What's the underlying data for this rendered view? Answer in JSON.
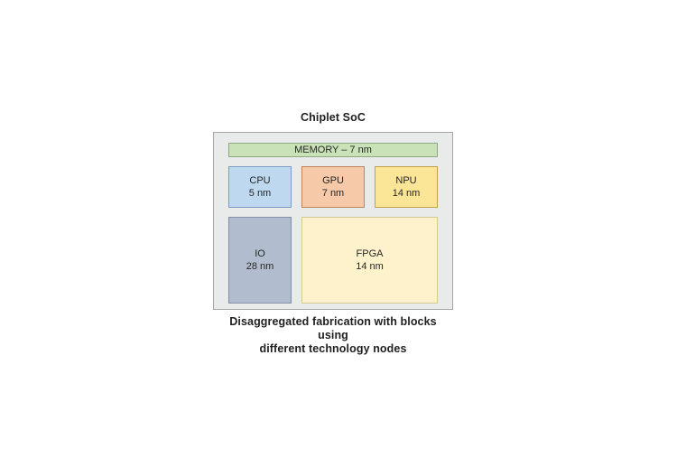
{
  "title": "Chiplet SoC",
  "caption": {
    "line1": "Disaggregated fabrication with blocks using",
    "line2": "different technology nodes"
  },
  "container": {
    "fill": "#e9eaea",
    "border": "#a6a6a6"
  },
  "blocks": {
    "memory": {
      "label": "MEMORY – 7 nm",
      "fill": "#c9e2b7",
      "border": "#8fa983"
    },
    "cpu": {
      "name": "CPU",
      "node": "5 nm",
      "fill": "#bed9ef",
      "border": "#7f9dc4"
    },
    "gpu": {
      "name": "GPU",
      "node": "7 nm",
      "fill": "#f6c9a8",
      "border": "#c0855c"
    },
    "npu": {
      "name": "NPU",
      "node": "14 nm",
      "fill": "#fbe596",
      "border": "#bfa24a"
    },
    "io": {
      "name": "IO",
      "node": "28 nm",
      "fill": "#b1bdce",
      "border": "#8391a8"
    },
    "fpga": {
      "name": "FPGA",
      "node": "14 nm",
      "fill": "#fdf2cc",
      "border": "#d6ca94"
    }
  }
}
